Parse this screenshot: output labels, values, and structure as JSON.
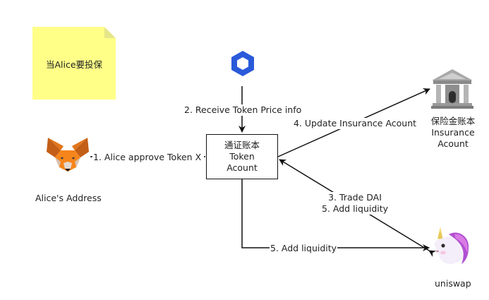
{
  "note": {
    "text": "当Alice要投保"
  },
  "nodes": {
    "token_account": {
      "line1": "通证账本",
      "line2": "Token",
      "line3": "Acount"
    },
    "alice": {
      "label": "Alice's Address"
    },
    "insurance": {
      "line1": "保险金账本",
      "line2": "Insurance",
      "line3": "Acount"
    },
    "uniswap": {
      "label": "uniswap"
    }
  },
  "edges": {
    "approve": "1. Alice approve Token X",
    "price": "2. Receive Token Price info",
    "update": "4. Update Insurance Acount",
    "trade_line1": "3. Trade DAI",
    "trade_line2": "5. Add liquidity",
    "add_liquidity": "5. Add liquidity"
  },
  "icons": {
    "oracle": "chainlink-hexagon-icon",
    "fox": "metamask-fox-icon",
    "bank": "bank-building-icon",
    "unicorn": "uniswap-unicorn-icon"
  },
  "colors": {
    "note": "#ffff88",
    "chainlink": "#2a5ada",
    "fox": "#e2761b",
    "bank": "#9a9a9a",
    "unicorn": "#d35fd6"
  }
}
